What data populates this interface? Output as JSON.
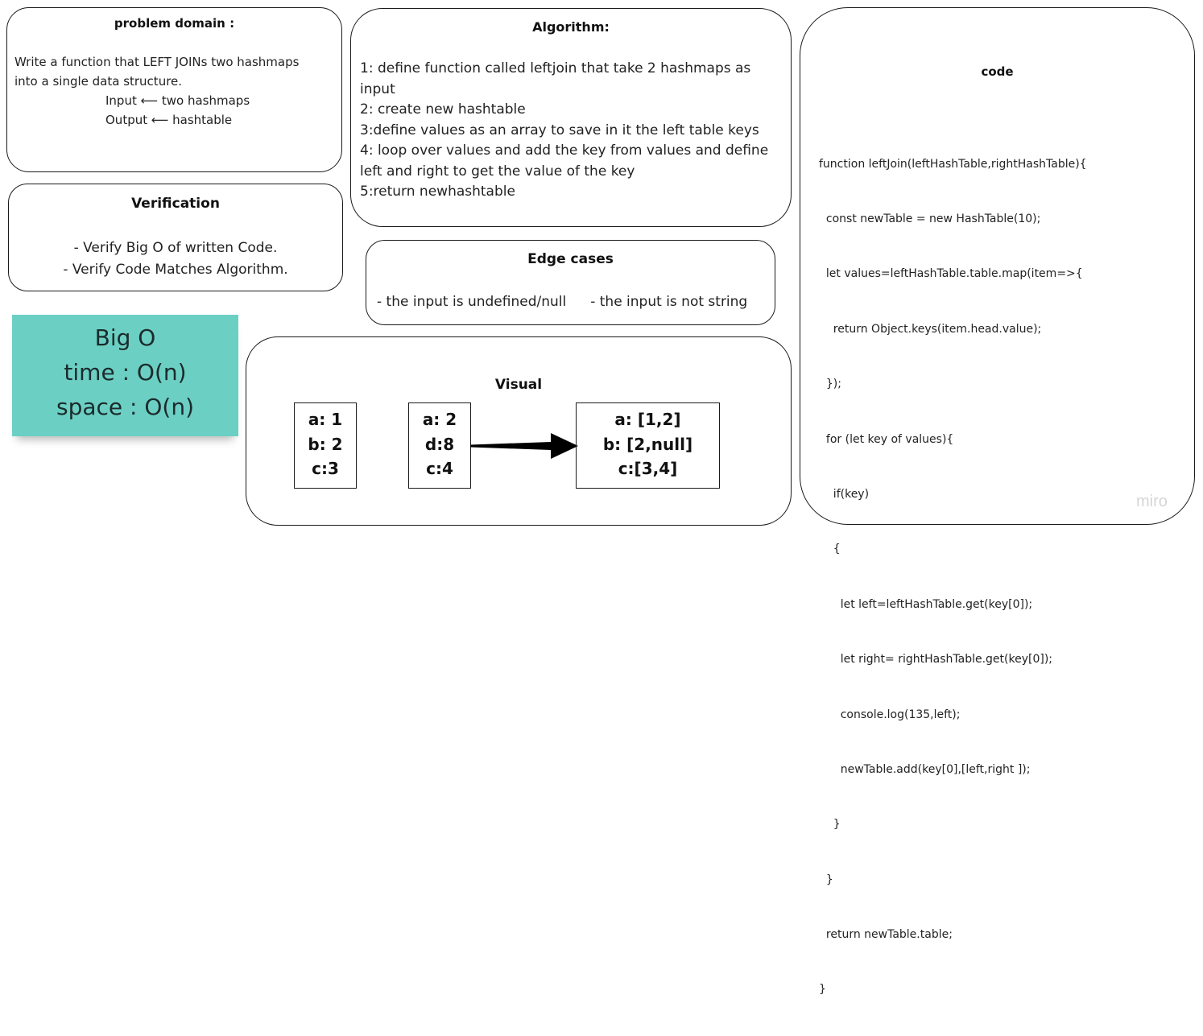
{
  "problem_domain": {
    "title": "problem domain :",
    "lines": [
      "Write a function that LEFT JOINs two hashmaps",
      "into a single data structure."
    ],
    "input_line": "Input ⟵ two hashmaps",
    "output_line": "Output ⟵ hashtable"
  },
  "verification": {
    "title": "Verification",
    "lines": [
      "- Verify Big O of written Code.",
      "- Verify Code Matches Algorithm."
    ]
  },
  "algorithm": {
    "title": "Algorithm:",
    "lines": [
      "1: define function called leftjoin that take 2 hashmaps as",
      "input",
      "2: create new hashtable",
      "3:define values as an array to save in it the left table keys",
      "4: loop over values and add the key from values and define",
      "left and right to get the value of the key",
      "5:return newhashtable"
    ]
  },
  "edge_cases": {
    "title": "Edge cases",
    "items": [
      "- the input is undefined/null",
      "- the input is not string"
    ]
  },
  "big_o": {
    "lines": [
      "Big O",
      "time : O(n)",
      "space : O(n)"
    ],
    "note_color": "#6ccfc4"
  },
  "visual": {
    "title": "Visual",
    "left_map": [
      "a: 1",
      "b: 2",
      "c:3"
    ],
    "right_map": [
      "a: 2",
      "d:8",
      "c:4"
    ],
    "result_map": [
      "a: [1,2]",
      "b: [2,null]",
      "c:[3,4]"
    ]
  },
  "code": {
    "title": "code",
    "lines": [
      "function leftJoin(leftHashTable,rightHashTable){",
      "  const newTable = new HashTable(10);",
      "  let values=leftHashTable.table.map(item=>{",
      "    return Object.keys(item.head.value);",
      "  });",
      "  for (let key of values){",
      "    if(key)",
      "    {",
      "      let left=leftHashTable.get(key[0]);",
      "      let right= rightHashTable.get(key[0]);",
      "      console.log(135,left);",
      "      newTable.add(key[0],[left,right ]);",
      "    }",
      "  }",
      "  return newTable.table;",
      "}"
    ]
  },
  "watermark": "miro"
}
